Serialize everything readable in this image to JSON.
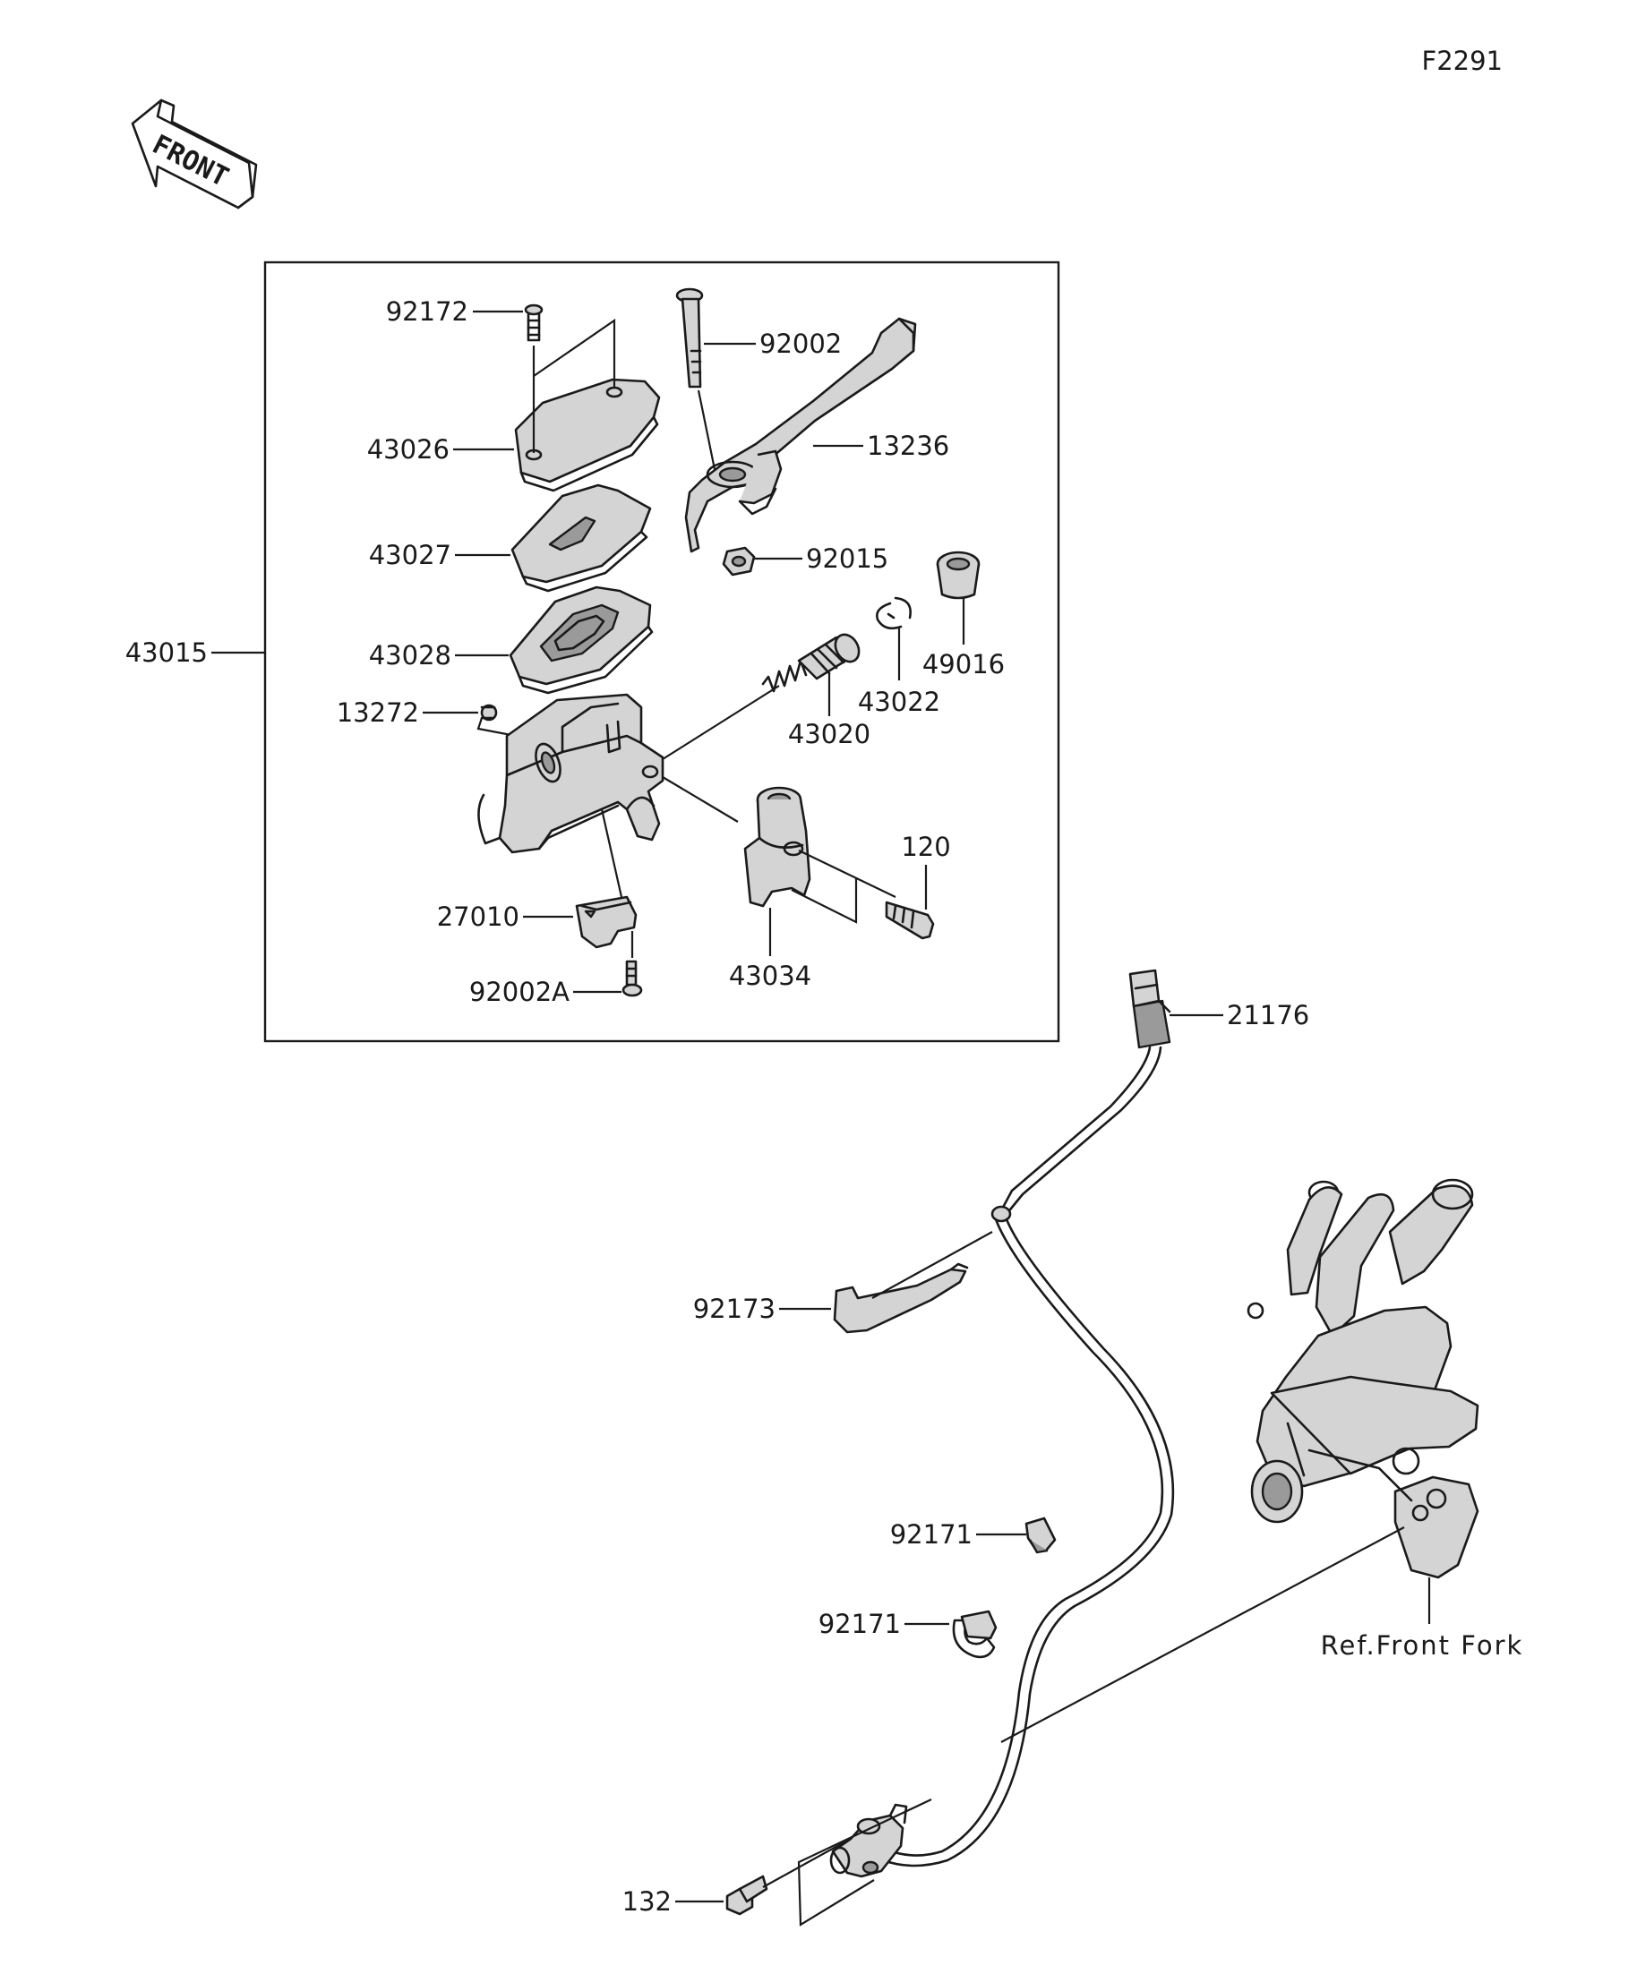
{
  "figure_code": "F2291",
  "direction_label": "FRONT",
  "assembly_label": "43015",
  "reference_label": "Ref.Front Fork",
  "callouts": {
    "c92172": "92172",
    "c92002": "92002",
    "c43026": "43026",
    "c13236": "13236",
    "c43027": "43027",
    "c92015": "92015",
    "c43028": "43028",
    "c43022": "43022",
    "c49016": "49016",
    "c13272": "13272",
    "c43020": "43020",
    "c120": "120",
    "c27010": "27010",
    "c43034": "43034",
    "c92002A": "92002A",
    "c21176": "21176",
    "c92173": "92173",
    "c92171a": "92171",
    "c92171b": "92171",
    "c132": "132"
  }
}
